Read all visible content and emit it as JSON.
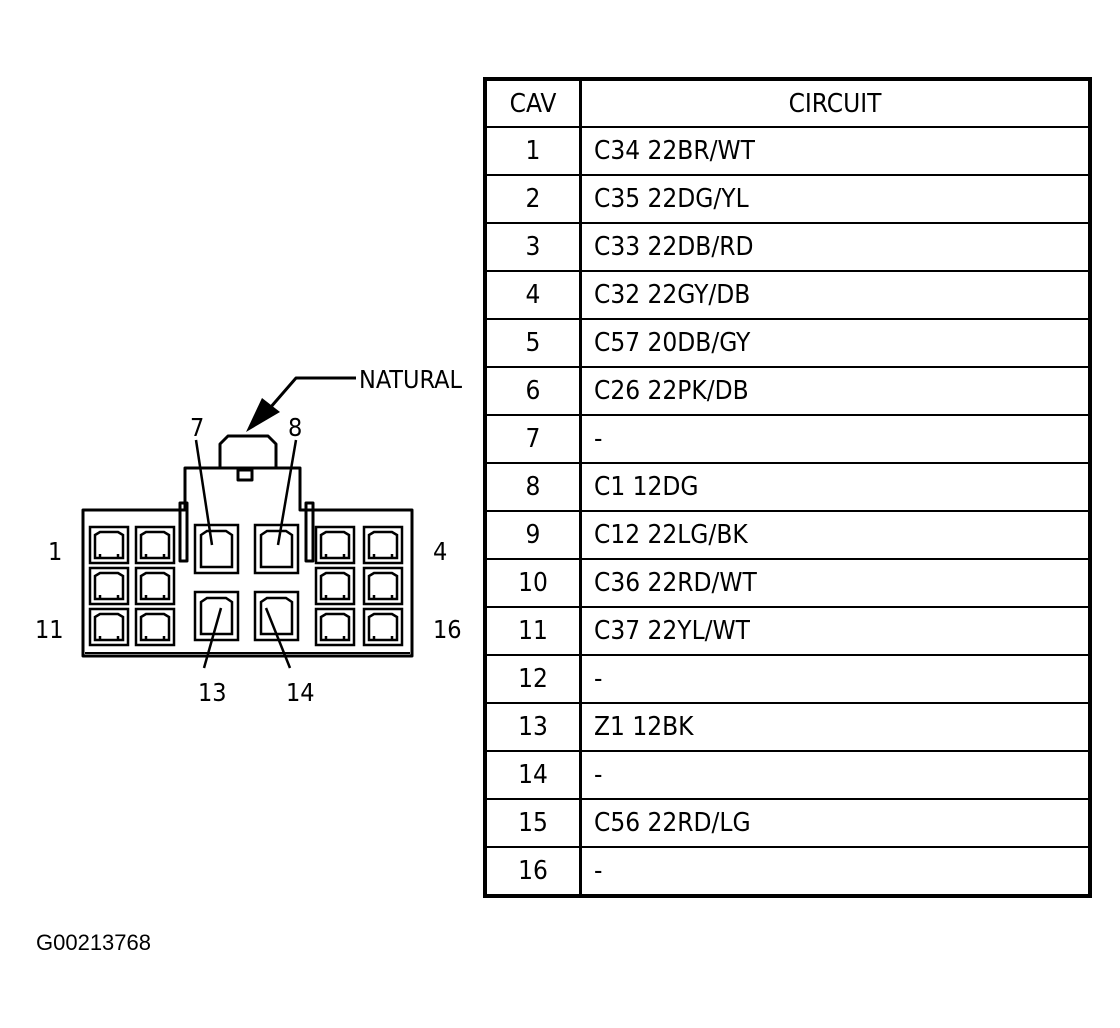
{
  "connector": {
    "color_label": "NATURAL",
    "pin_labels": [
      "1",
      "4",
      "11",
      "16",
      "7",
      "8",
      "13",
      "14"
    ]
  },
  "pinout_table": {
    "headers": {
      "cav": "CAV",
      "circuit": "CIRCUIT"
    },
    "rows": [
      {
        "cav": "1",
        "circuit": "C34 22BR/WT"
      },
      {
        "cav": "2",
        "circuit": "C35 22DG/YL"
      },
      {
        "cav": "3",
        "circuit": "C33 22DB/RD"
      },
      {
        "cav": "4",
        "circuit": "C32 22GY/DB"
      },
      {
        "cav": "5",
        "circuit": "C57 20DB/GY"
      },
      {
        "cav": "6",
        "circuit": "C26 22PK/DB"
      },
      {
        "cav": "7",
        "circuit": "-"
      },
      {
        "cav": "8",
        "circuit": "C1 12DG"
      },
      {
        "cav": "9",
        "circuit": "C12 22LG/BK"
      },
      {
        "cav": "10",
        "circuit": "C36 22RD/WT"
      },
      {
        "cav": "11",
        "circuit": "C37 22YL/WT"
      },
      {
        "cav": "12",
        "circuit": "-"
      },
      {
        "cav": "13",
        "circuit": "Z1 12BK"
      },
      {
        "cav": "14",
        "circuit": "-"
      },
      {
        "cav": "15",
        "circuit": "C56 22RD/LG"
      },
      {
        "cav": "16",
        "circuit": "-"
      }
    ]
  },
  "figure_id": "G00213768"
}
